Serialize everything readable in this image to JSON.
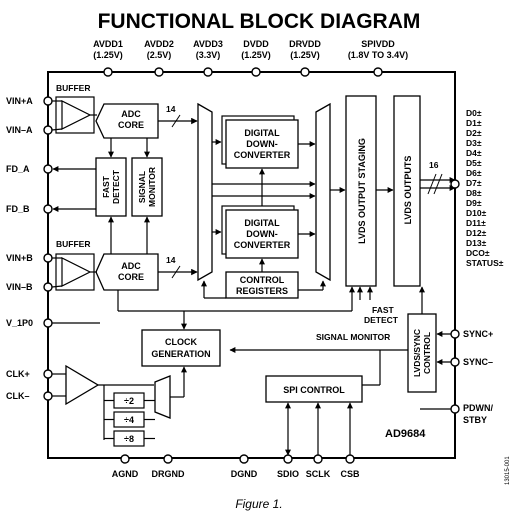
{
  "title": "FUNCTIONAL BLOCK DIAGRAM",
  "caption": "Figure 1.",
  "part_number": "AD9684",
  "figure_code": "13015-001",
  "supply_pins": [
    {
      "name": "AVDD1",
      "value": "(1.25V)"
    },
    {
      "name": "AVDD2",
      "value": "(2.5V)"
    },
    {
      "name": "AVDD3",
      "value": "(3.3V)"
    },
    {
      "name": "DVDD",
      "value": "(1.25V)"
    },
    {
      "name": "DRVDD",
      "value": "(1.25V)"
    },
    {
      "name": "SPIVDD",
      "value": "(1.8V TO 3.4V)"
    }
  ],
  "left_pins": {
    "vin_a_pos": "VIN+A",
    "vin_a_neg": "VIN–A",
    "fd_a": "FD_A",
    "fd_b": "FD_B",
    "vin_b_pos": "VIN+B",
    "vin_b_neg": "VIN–B",
    "v_1p0": "V_1P0",
    "clk_pos": "CLK+",
    "clk_neg": "CLK–"
  },
  "right_pins": {
    "data_outputs": [
      "D0±",
      "D1±",
      "D2±",
      "D3±",
      "D4±",
      "D5±",
      "D6±",
      "D7±",
      "D8±",
      "D9±",
      "D10±",
      "D11±",
      "D12±",
      "D13±",
      "DCO±",
      "STATUS±"
    ],
    "sync_pos": "SYNC+",
    "sync_neg": "SYNC–",
    "pdwn": "PDWN/",
    "stby": "STBY"
  },
  "bottom_pins": [
    "AGND",
    "DRGND",
    "DGND",
    "SDIO",
    "SCLK",
    "CSB"
  ],
  "blocks": {
    "buffer_a": "BUFFER",
    "buffer_b": "BUFFER",
    "adc_core_a": [
      "ADC",
      "CORE"
    ],
    "adc_core_b": [
      "ADC",
      "CORE"
    ],
    "fast_detect": [
      "FAST",
      "DETECT"
    ],
    "signal_monitor": [
      "SIGNAL",
      "MONITOR"
    ],
    "ddc_1": [
      "DIGITAL",
      "DOWN-",
      "CONVERTER"
    ],
    "ddc_2": [
      "DIGITAL",
      "DOWN-",
      "CONVERTER"
    ],
    "control_registers": [
      "CONTROL",
      "REGISTERS"
    ],
    "lvds_staging": "LVDS OUTPUT STAGING",
    "lvds_outputs": "LVDS OUTPUTS",
    "lvds_sync_control": [
      "LVDS/SYNC",
      "CONTROL"
    ],
    "clock_generation": [
      "CLOCK",
      "GENERATION"
    ],
    "spi_control": "SPI CONTROL",
    "dividers": [
      "÷2",
      "÷4",
      "÷8"
    ]
  },
  "labels": {
    "bus_a": "14",
    "bus_b": "14",
    "bus_out": "16",
    "fast_detect_out": [
      "FAST",
      "DETECT"
    ],
    "signal_monitor_out": "SIGNAL MONITOR"
  }
}
